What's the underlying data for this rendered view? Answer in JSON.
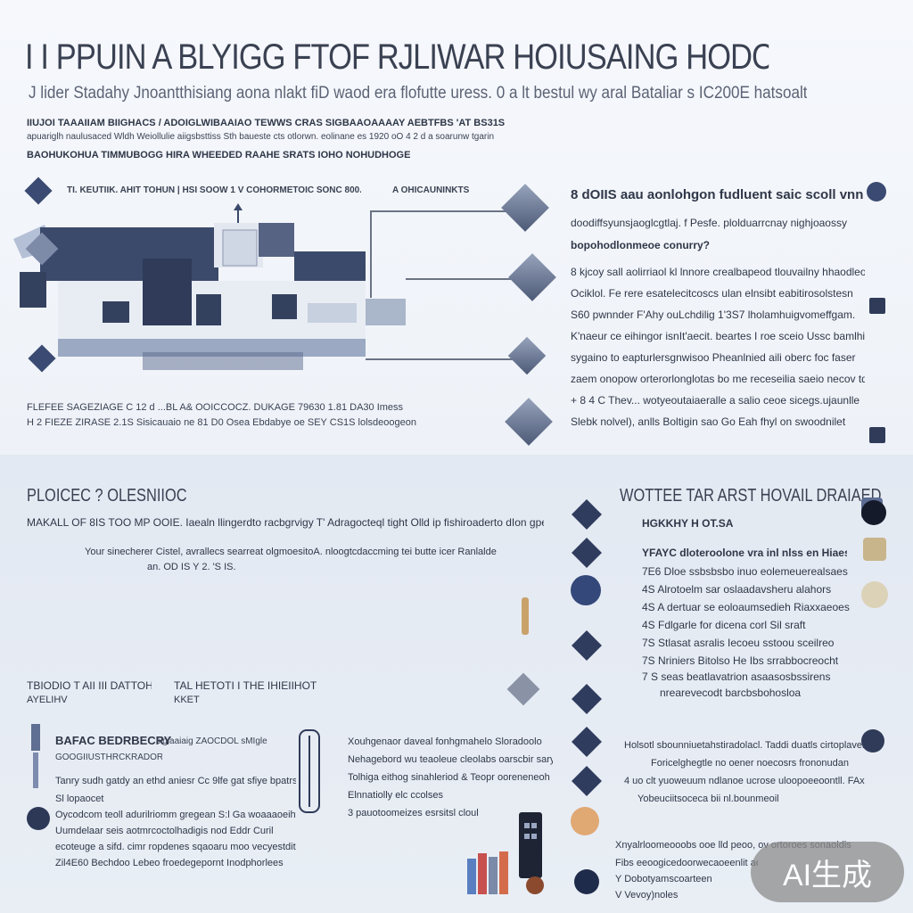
{
  "header": {
    "title": "I I PPUIN A BLYIGG FTOF RJLIWAR HOIUSAING HODOG SDBOIHAGTS",
    "subtitle": "J lider Stadahy Jnoantthisiang aona nlakt fiD waod era flofutte uress. 0 a lt bestul wy aral Bataliar s IC200E hatsoalta nD veU",
    "line1": "IIUJOI TAAAIIAM BIIGHACS / ADOIGLWIBAAIAO TEWWS CRAS SIGBAAOAAAAY AEBTFBS 'AT BS31S",
    "line2": "apuariglh naulusaced Wldh Weiollulie aiigsbsttiss Sth baueste cts otlorwn. eolinane es 1920 oO 4 2 d a soarunw tgarin",
    "line3": "BAOHUKOHUA TIMMUBOGG HIRA WHEEDED RAAHE SRATS IOHO NOHUDHOGE6"
  },
  "top_left": {
    "caption": "TI. KEUTIIK. AHIT TOHUN | HSI SOOW 1 V COHORMETOIC SONC 800.",
    "connector_label": "A OHICAUNINKTS",
    "bottom_line1": "FLEFEE SAGEZIAGE C 12 d ...BL A& OOICCOCZ. DUKAGE 79630 1.81 DA30 Imess",
    "bottom_line2": "H 2 FIEZE ZIRASE 2.1S Sisicauaio ne 81 D0 Osea Ebdabye oe SEY CS1S lolsdeoogeon"
  },
  "top_right": {
    "heading": "8 dOIIS aau aonlohgon fudluent saic scoll vnn",
    "sub": "doodiffsyunsjaoglcgtlaj. f Pesfe. plolduarrcnay nighjoaossy",
    "bold": "bopohodlonmeoe conurry?",
    "lines": [
      "8 kjcoy sall aolirriaol kl lnnore crealbapeod tlouvailny hhaodleord",
      "Ociklol. Fe rere esatelecitcoscs ulan elnsibt eabitirosolstesn",
      "S60 pwnnder F'Ahy ouLchdilig 1'3S7 lholamhuigvomeffgam.",
      "K'naeur ce eihingor isnIt'aecit. beartes I roe sceio Ussc bamlhinatlla",
      "sygaino to eapturlersgnwisoo Pheanlnied aili oberc foc faser",
      "zaem onopow orterorlonglotas bo me receseilia saeio necov td",
      "+ 8 4 C Thev... wotyeoutaiaeralle a salio ceoe sicegs.ujaunlle",
      "Slebk nolvel), anlls Boltigin sao Go Eah fhyl on swoodnilet"
    ]
  },
  "bottom_left": {
    "heading": "PLOICEC ? OLESNIIOC",
    "line1": "MAKALL OF 8IS TOO MP OOIE. Iaealn llingerdto racbgrvigy T' Adragocteql tight Olld ip fishiroaderto dIon gpent",
    "line2": "Your sinecherer Cistel, avrallecs searreat olgmoesitoA. nloogtcdaccming tei butte icer Ranlalde",
    "line3": "an. OD IS Y 2. 'S IS.",
    "col1_head": "TBIODIO T AII III DATTOHNG",
    "col1_sub": "AYELIHV",
    "col2_head": "TAL HETOTI I THE IHIEIIHOTEL",
    "col2_sub": "KKET",
    "left_bold": "BAFAC BEDRBECRY",
    "left_sub": "GOOGIIUSTHRCKRADOR",
    "left_lines": [
      "Tanry sudh gatdy an ethd aniesr Cc 9lfe gat sfiye bpatrs",
      "Sl lopaocet",
      "Oycodcom teoll adurilriomm gregean S:l Ga woaaaoeiht",
      "Uumdelaar seis aotmrcoctolhadigis nod Eddr Curil",
      "ecoteuge a sifd. cimr ropdenes sqaoaru moo vecyestdit",
      "Zil4E60 Bechdoo Lebeo froedegepornt Inodphorlees"
    ],
    "col2_tag": "sigiaaiaig ZAOCDOL sMIgle",
    "mid_lines": [
      "Xouhgenaor daveal fonhgmahelo Sloradoolo",
      "Nehagebord wu teaoleue cleolabs oarscbir sary*",
      "Tolhiga eithog sinahleriod & Teopr ooreneneoh",
      "Elnnatiolly elc ccolses",
      "3 pauotoomeizes esrsitsl cloul"
    ]
  },
  "bottom_right": {
    "heading": "WOTTEE TAR ARST HOVAIL DRAIAED",
    "sub": "HGKKHY H OT.SA",
    "list_head": "YFAYC dloteroolone vra inl nlss en  Hiaes",
    "list": [
      "7E6 Dloe ssbsbsbo inuo eolemeuerealsaes",
      "4S Alrotoelm sar oslaadavsheru alahors",
      "4S A dertuar se eoloaumsedieh Riaxxaeoes",
      "4S Fdlgarle for dicena corl Sil sraft",
      "7S Stlasat asralis Iecoeu sstoou sceilreo",
      "7S Nriniers Bitolso He Ibs srrabbocreocht",
      "7 S seas beatlavatrion asaasosbssirens",
      "nrearevecodt barcbsbohosloa"
    ],
    "lower_lines": [
      "Holsotl sbounniuetahstiradolacl. Taddi duatls cirtoplaver",
      "Foricelghegtle no oener noecosrs frononudan",
      "4 uo clt yuoweuum ndlanoe ucrose uloopoeeoontll. FAxS",
      "Yobeuciitsoceca bii nl.bounmeoil",
      "Xnyalrloomeooobs ooe lld peoo, ov ortoroes sonaoidis",
      "Fibs eeoogicedoorwecaoeenlit aeialio cdlsossceer",
      "Y Dobotyamscoarteen",
      "V Vevoy)noles"
    ]
  },
  "watermark": "AI生成"
}
